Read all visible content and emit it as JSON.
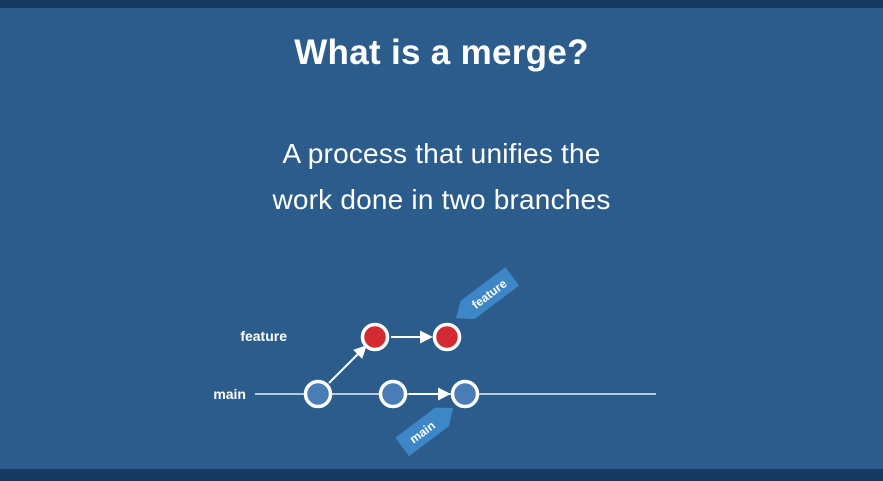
{
  "slide": {
    "title": "What is a merge?",
    "subtitle_line1": "A process that unifies the",
    "subtitle_line2": "work done in two branches"
  },
  "diagram": {
    "feature_branch_label": "feature",
    "main_branch_label": "main",
    "feature_tag_label": "feature",
    "main_tag_label": "main",
    "commit_counts": {
      "main": 3,
      "feature": 2
    }
  },
  "colors": {
    "background": "#2b5c8c",
    "letterbox": "#16395f",
    "commit_main": "#4a7db5",
    "commit_feature": "#d42a32",
    "tag": "#3d87c9",
    "line": "#e9eef4",
    "text": "#ffffff"
  }
}
